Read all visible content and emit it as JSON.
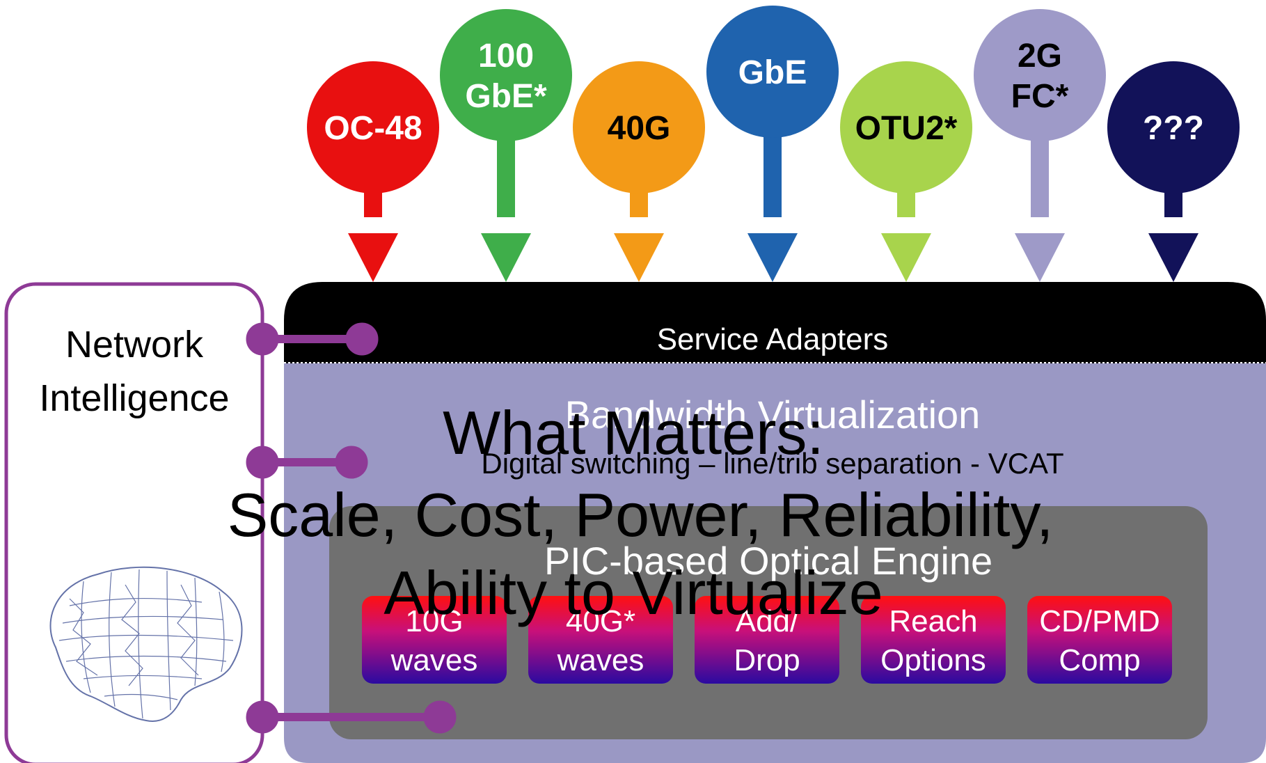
{
  "services": [
    {
      "lines": [
        "OC-48"
      ],
      "color": "#e81010",
      "text_color": "#ffffff"
    },
    {
      "lines": [
        "100",
        "GbE*"
      ],
      "color": "#3fae4a",
      "text_color": "#ffffff"
    },
    {
      "lines": [
        "40G"
      ],
      "color": "#f39a17",
      "text_color": "#000000"
    },
    {
      "lines": [
        "GbE"
      ],
      "color": "#1f63ae",
      "text_color": "#ffffff"
    },
    {
      "lines": [
        "OTU2*"
      ],
      "color": "#a8d44c",
      "text_color": "#000000"
    },
    {
      "lines": [
        "2G",
        "FC*"
      ],
      "color": "#9e9ac8",
      "text_color": "#000000"
    },
    {
      "lines": [
        "???"
      ],
      "color": "#121259",
      "text_color": "#ffffff"
    }
  ],
  "network_intelligence": {
    "line1": "Network",
    "line2": "Intelligence",
    "brain_icon": "brain-icon",
    "border_color": "#8e3a96"
  },
  "service_adapters": {
    "label": "Service Adapters",
    "color": "#000000"
  },
  "bandwidth_virtualization": {
    "title": "Bandwidth Virtualization",
    "subtitle": "Digital switching – line/trib separation - VCAT",
    "color": "#9a98c4"
  },
  "optical_engine": {
    "title": "PIC-based Optical Engine",
    "color": "#707070",
    "modules": [
      {
        "lines": [
          "10G",
          "waves"
        ]
      },
      {
        "lines": [
          "40G*",
          "waves"
        ]
      },
      {
        "lines": [
          "Add/",
          "Drop"
        ]
      },
      {
        "lines": [
          "Reach",
          "Options"
        ]
      },
      {
        "lines": [
          "CD/PMD",
          "Comp"
        ]
      }
    ]
  },
  "overlay": {
    "line1": "What Matters:",
    "line2": "Scale, Cost, Power, Reliability,",
    "line3": "Ability to Virtualize"
  },
  "connector_color": "#8e3a96"
}
